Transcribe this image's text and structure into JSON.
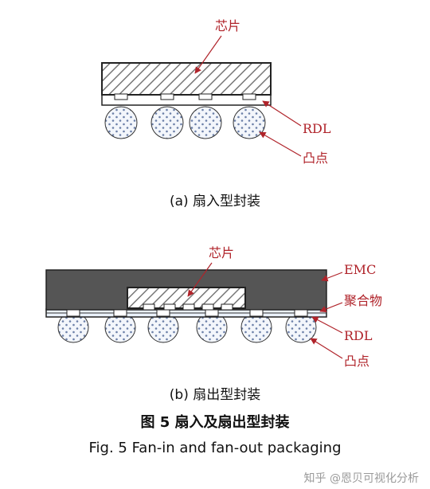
{
  "figure_a": {
    "label_chip": "芯片",
    "label_rdl": "RDL",
    "label_bump": "凸点",
    "caption": "(a)  扇入型封装"
  },
  "figure_b": {
    "label_chip": "芯片",
    "label_emc": "EMC",
    "label_polymer": "聚合物",
    "label_rdl": "RDL",
    "label_bump": "凸点",
    "caption": "(b)  扇出型封装"
  },
  "figure_caption_cn": "图 5    扇入及扇出型封装",
  "figure_caption_en": "Fig. 5    Fan-in and fan-out packaging",
  "watermark": "知乎 @恩贝可视化分析",
  "colors": {
    "annotation": "#b0232a",
    "emc": "#555555",
    "hatch": "#777777"
  }
}
